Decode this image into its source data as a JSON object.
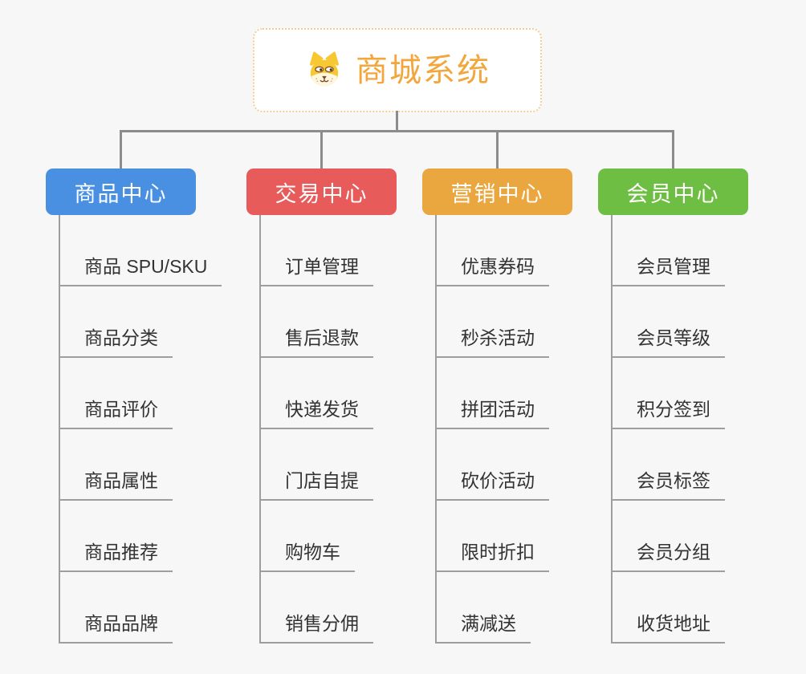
{
  "root": {
    "title": "商城系统",
    "icon": "shiba-dog-icon",
    "accent_color": "#f2a63c",
    "border_color": "#f3ce93"
  },
  "connector_color": "#8c8c8c",
  "item_line_color": "#9e9e9e",
  "background_color": "#f7f7f7",
  "branches": [
    {
      "label": "商品中心",
      "color": "#4a90e2",
      "items": [
        "商品 SPU/SKU",
        "商品分类",
        "商品评价",
        "商品属性",
        "商品推荐",
        "商品品牌"
      ]
    },
    {
      "label": "交易中心",
      "color": "#e75b5b",
      "items": [
        "订单管理",
        "售后退款",
        "快递发货",
        "门店自提",
        "购物车",
        "销售分佣"
      ]
    },
    {
      "label": "营销中心",
      "color": "#eaa73f",
      "items": [
        "优惠券码",
        "秒杀活动",
        "拼团活动",
        "砍价活动",
        "限时折扣",
        "满减送"
      ]
    },
    {
      "label": "会员中心",
      "color": "#6fbe44",
      "items": [
        "会员管理",
        "会员等级",
        "积分签到",
        "会员标签",
        "会员分组",
        "收货地址"
      ]
    }
  ]
}
